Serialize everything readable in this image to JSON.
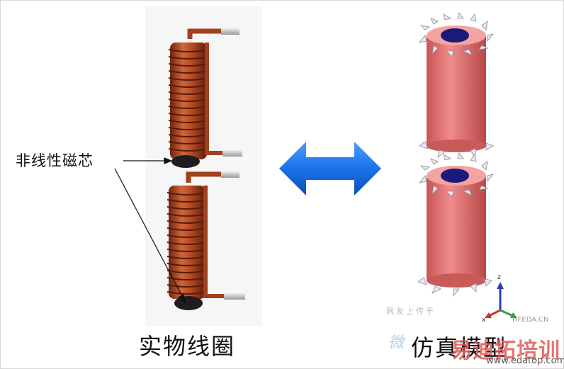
{
  "labels": {
    "core": "非线性磁芯",
    "real_coil": "实物线圈",
    "sim_model": "仿真模型"
  },
  "watermarks": {
    "site_logo": "易迪拓培训",
    "site_url": "www.edatop.com",
    "ghost_text_1": "网友上传于",
    "ghost_text_2": "微",
    "ghost_text_3": "HFEDA.CN"
  },
  "axes": {
    "z": "z",
    "x": "x"
  },
  "colors": {
    "arrow": "#1a73ea",
    "copper": "#b44a22",
    "cylinder": "#e87a7a",
    "core_hole": "#1a1a7a"
  }
}
